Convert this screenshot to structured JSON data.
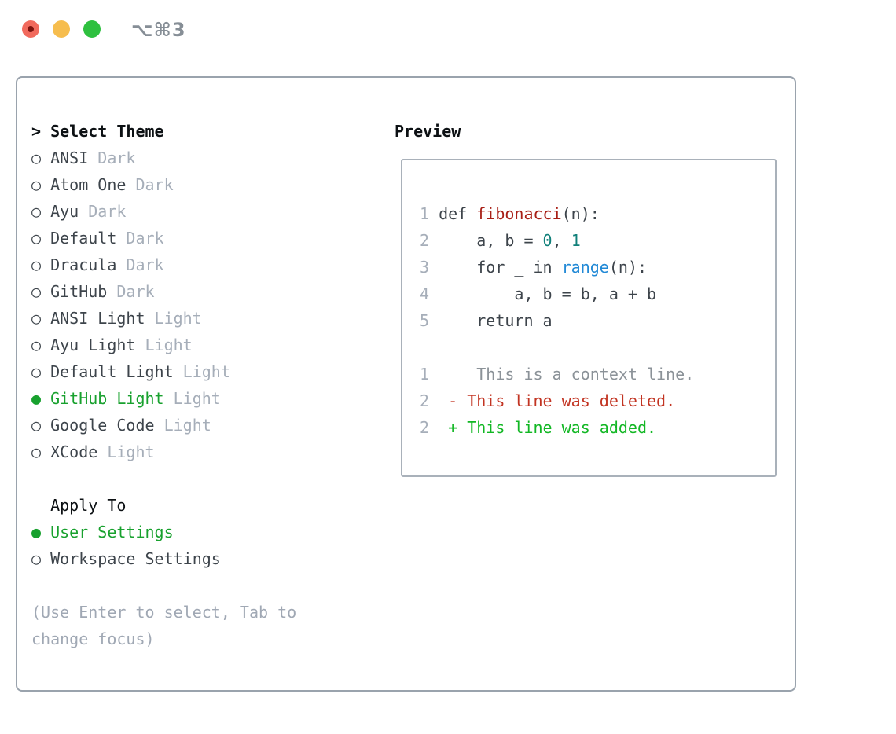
{
  "window": {
    "title": "⌥⌘3"
  },
  "traffic_lights": [
    {
      "name": "close-button",
      "color": "#f16a5d",
      "dot": "#7c130e"
    },
    {
      "name": "minimize-button",
      "color": "#f6bd4e"
    },
    {
      "name": "maximize-button",
      "color": "#2ec03f"
    }
  ],
  "theme_picker": {
    "header_marker": ">",
    "header": "Select Theme",
    "items": [
      {
        "marker": "○",
        "name": "ANSI",
        "tag": "Dark",
        "selected": false
      },
      {
        "marker": "○",
        "name": "Atom One",
        "tag": "Dark",
        "selected": false
      },
      {
        "marker": "○",
        "name": "Ayu",
        "tag": "Dark",
        "selected": false
      },
      {
        "marker": "○",
        "name": "Default",
        "tag": "Dark",
        "selected": false
      },
      {
        "marker": "○",
        "name": "Dracula",
        "tag": "Dark",
        "selected": false
      },
      {
        "marker": "○",
        "name": "GitHub",
        "tag": "Dark",
        "selected": false
      },
      {
        "marker": "○",
        "name": "ANSI Light",
        "tag": "Light",
        "selected": false
      },
      {
        "marker": "○",
        "name": "Ayu Light",
        "tag": "Light",
        "selected": false
      },
      {
        "marker": "○",
        "name": "Default Light",
        "tag": "Light",
        "selected": false
      },
      {
        "marker": "●",
        "name": "GitHub Light",
        "tag": "Light",
        "selected": true
      },
      {
        "marker": "○",
        "name": "Google Code",
        "tag": "Light",
        "selected": false
      },
      {
        "marker": "○",
        "name": "XCode",
        "tag": "Light",
        "selected": false
      }
    ]
  },
  "apply_to": {
    "header": "Apply To",
    "items": [
      {
        "marker": "●",
        "name": "User Settings",
        "selected": true
      },
      {
        "marker": "○",
        "name": "Workspace Settings",
        "selected": false
      }
    ]
  },
  "hint_lines": [
    "(Use Enter to select, Tab to",
    "change focus)"
  ],
  "preview": {
    "header": "Preview",
    "lines": [
      [],
      [
        {
          "t": "1 ",
          "c": "num"
        },
        {
          "t": "def ",
          "c": "fg"
        },
        {
          "t": "fibonacci",
          "c": "fn"
        },
        {
          "t": "(n):",
          "c": "fg"
        }
      ],
      [
        {
          "t": "2 ",
          "c": "num"
        },
        {
          "t": "    a, b = ",
          "c": "fg"
        },
        {
          "t": "0",
          "c": "numlit"
        },
        {
          "t": ", ",
          "c": "fg"
        },
        {
          "t": "1",
          "c": "numlit"
        }
      ],
      [
        {
          "t": "3 ",
          "c": "num"
        },
        {
          "t": "    for _ in ",
          "c": "fg"
        },
        {
          "t": "range",
          "c": "call"
        },
        {
          "t": "(n):",
          "c": "fg"
        }
      ],
      [
        {
          "t": "4 ",
          "c": "num"
        },
        {
          "t": "        a, b = b, a + b",
          "c": "fg"
        }
      ],
      [
        {
          "t": "5 ",
          "c": "num"
        },
        {
          "t": "    return a",
          "c": "fg"
        }
      ],
      [],
      [
        {
          "t": "1",
          "c": "num"
        },
        {
          "t": "     This is a context line.",
          "c": "ctx"
        }
      ],
      [
        {
          "t": "2",
          "c": "num"
        },
        {
          "t": "  - This line was deleted.",
          "c": "del"
        }
      ],
      [
        {
          "t": "2",
          "c": "num"
        },
        {
          "t": "  + This line was added.",
          "c": "add"
        }
      ]
    ]
  },
  "colors": {
    "header_text": "#0d1114",
    "item_text": "#3d444b",
    "marker": "#3d444b",
    "muted": "#a6aeb9",
    "hint": "#a0a8b4",
    "selected": "#18a12e",
    "title": "#868e96",
    "num": "#a6aeb9",
    "fg": "#3d444b",
    "fn": "#a81f16",
    "numlit": "#11807a",
    "call": "#2189d6",
    "ctx": "#8b9298",
    "del": "#c23422",
    "add": "#12b724"
  }
}
